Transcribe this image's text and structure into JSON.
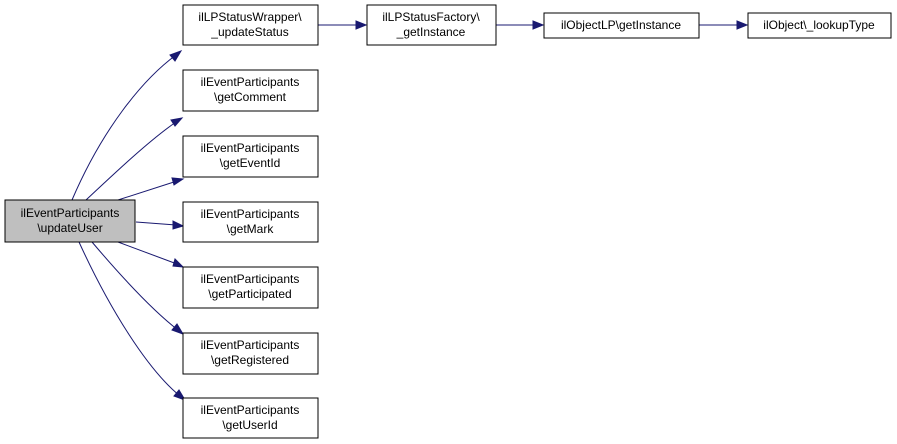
{
  "colors": {
    "edge": "#191970",
    "root_fill": "#bfbfbf",
    "node_fill": "#ffffff",
    "border": "#000000"
  },
  "nodes": {
    "root": {
      "line1": "ilEventParticipants",
      "line2": "\\updateUser"
    },
    "update_status": {
      "line1": "ilLPStatusWrapper\\",
      "line2": "_updateStatus"
    },
    "get_comment": {
      "line1": "ilEventParticipants",
      "line2": "\\getComment"
    },
    "get_event_id": {
      "line1": "ilEventParticipants",
      "line2": "\\getEventId"
    },
    "get_mark": {
      "line1": "ilEventParticipants",
      "line2": "\\getMark"
    },
    "get_participated": {
      "line1": "ilEventParticipants",
      "line2": "\\getParticipated"
    },
    "get_registered": {
      "line1": "ilEventParticipants",
      "line2": "\\getRegistered"
    },
    "get_user_id": {
      "line1": "ilEventParticipants",
      "line2": "\\getUserId"
    },
    "lp_status_factory": {
      "line1": "ilLPStatusFactory\\",
      "line2": "_getInstance"
    },
    "object_lp": {
      "line1": "ilObjectLP\\getInstance"
    },
    "lookup_type": {
      "line1": "ilObject\\_lookupType"
    }
  }
}
